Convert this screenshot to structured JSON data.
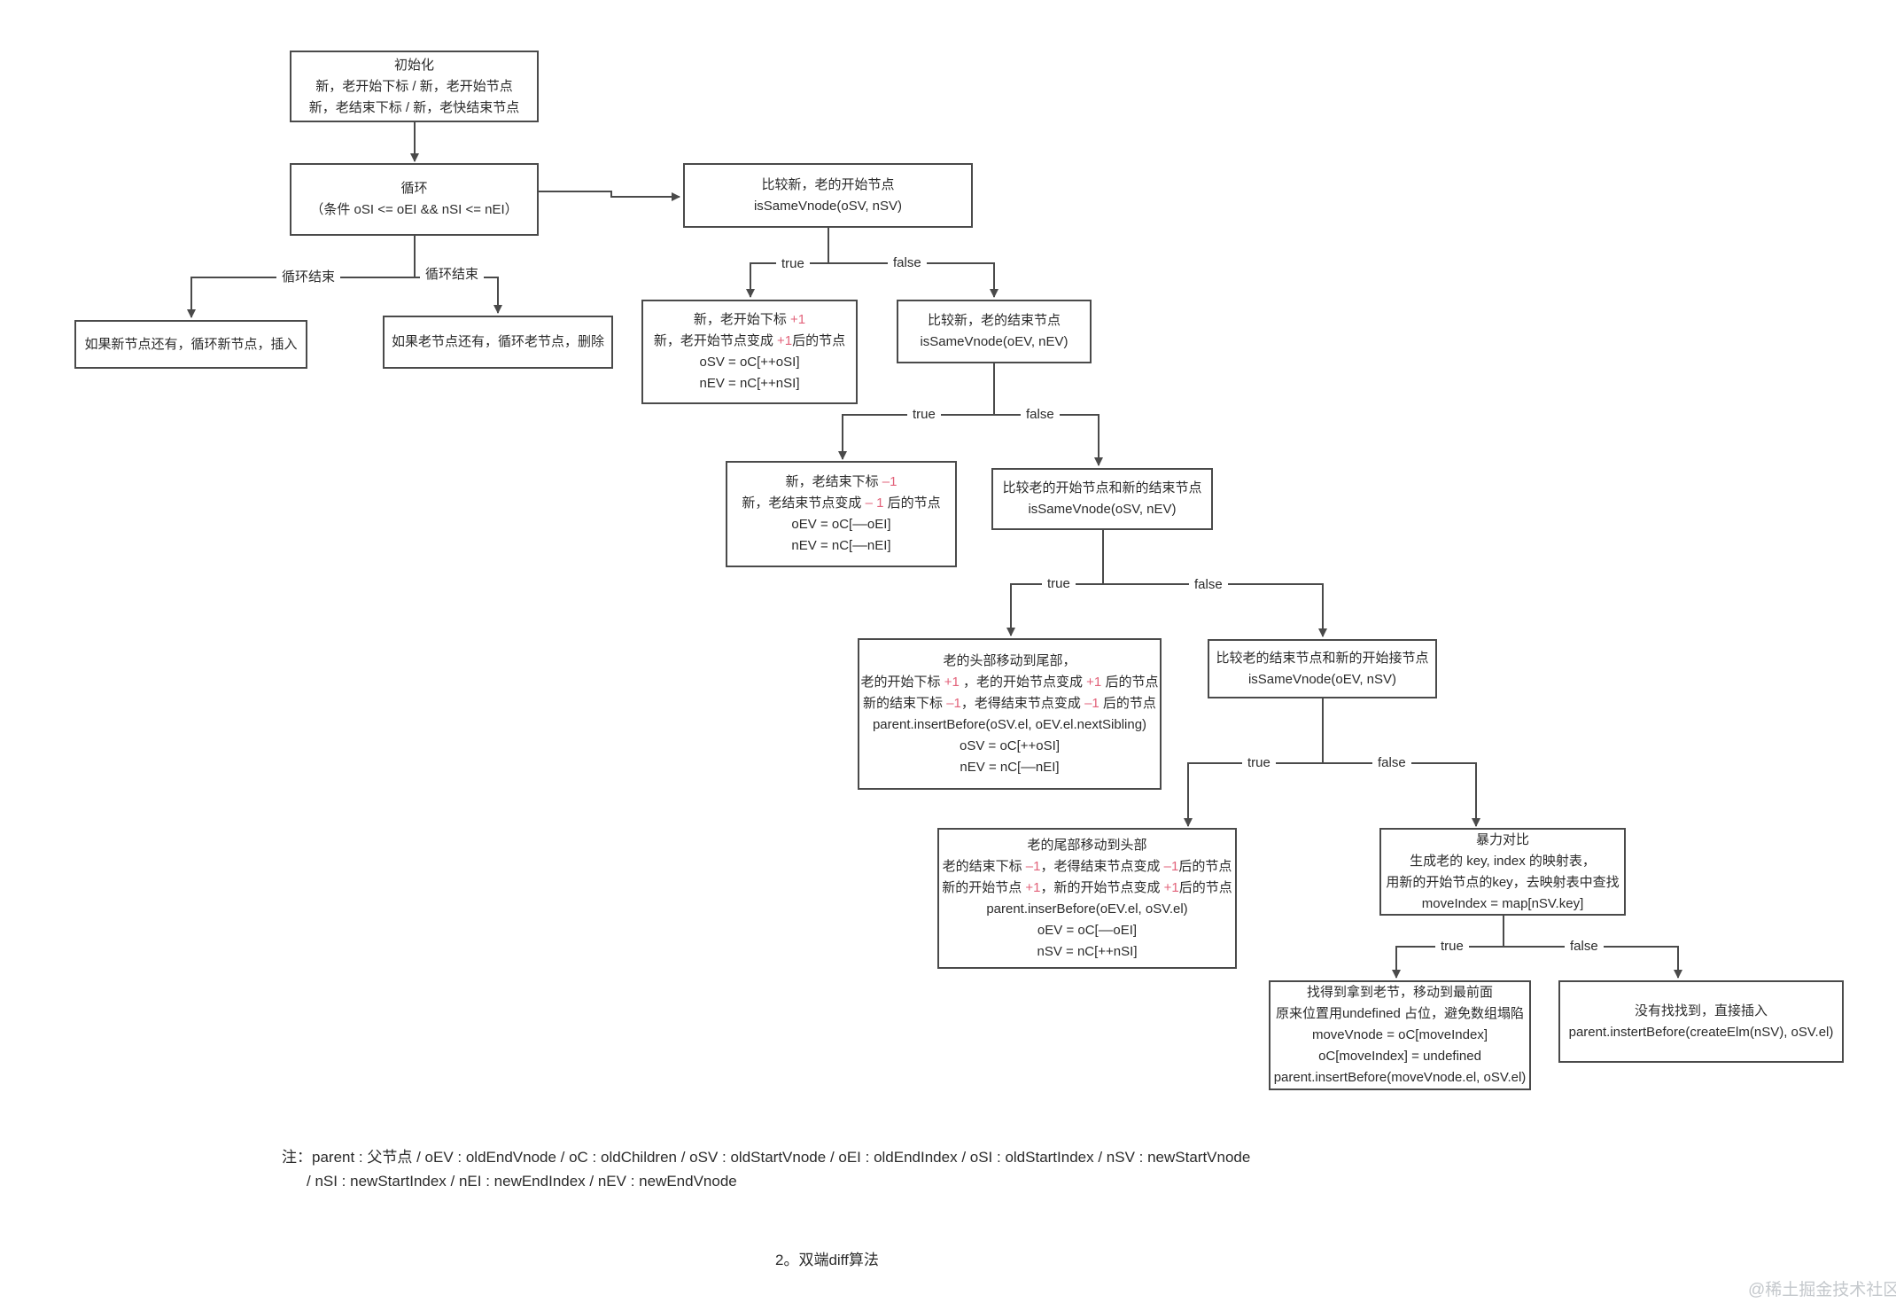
{
  "nodes": {
    "init": [
      [
        {
          "t": "初始化"
        }
      ],
      [
        {
          "t": "新，老开始下标 / 新，老开始节点"
        }
      ],
      [
        {
          "t": "新，老结束下标 / 新，老快结束节点"
        }
      ]
    ],
    "loop": [
      [
        {
          "t": "循环"
        }
      ],
      [
        {
          "t": "（条件 oSI <= oEI && nSI <= nEI）"
        }
      ]
    ],
    "new_remaining": [
      [
        {
          "t": "如果新节点还有，循环新节点，插入"
        }
      ]
    ],
    "old_remaining": [
      [
        {
          "t": "如果老节点还有，循环老节点，删除"
        }
      ]
    ],
    "cmp_start": [
      [
        {
          "t": "比较新，老的开始节点"
        }
      ],
      [
        {
          "t": "isSameVnode(oSV, nSV)"
        }
      ]
    ],
    "start_match": [
      [
        {
          "t": "新，老开始下标 "
        },
        {
          "t": "+1",
          "hl": true
        }
      ],
      [
        {
          "t": "新，老开始节点变成 "
        },
        {
          "t": "+1",
          "hl": true
        },
        {
          "t": "后的节点"
        }
      ],
      [
        {
          "t": "oSV = oC[++oSI]"
        }
      ],
      [
        {
          "t": "nEV = nC[++nSI]"
        }
      ]
    ],
    "cmp_end": [
      [
        {
          "t": "比较新，老的结束节点"
        }
      ],
      [
        {
          "t": "isSameVnode(oEV, nEV)"
        }
      ]
    ],
    "end_match": [
      [
        {
          "t": "新，老结束下标 "
        },
        {
          "t": "–1",
          "hl": true
        }
      ],
      [
        {
          "t": "新，老结束节点变成 "
        },
        {
          "t": "– 1",
          "hl": true
        },
        {
          "t": " 后的节点"
        }
      ],
      [
        {
          "t": "oEV = oC[––oEI]"
        }
      ],
      [
        {
          "t": "nEV = nC[––nEI]"
        }
      ]
    ],
    "cmp_os_ne": [
      [
        {
          "t": "比较老的开始节点和新的结束节点"
        }
      ],
      [
        {
          "t": "isSameVnode(oSV, nEV)"
        }
      ]
    ],
    "head_to_tail": [
      [
        {
          "t": "老的头部移动到尾部，"
        }
      ],
      [
        {
          "t": "老的开始下标 "
        },
        {
          "t": "+1",
          "hl": true
        },
        {
          "t": " ，老的开始节点变成 "
        },
        {
          "t": "+1",
          "hl": true
        },
        {
          "t": " 后的节点"
        }
      ],
      [
        {
          "t": "新的结束下标 "
        },
        {
          "t": "–1",
          "hl": true
        },
        {
          "t": "，老得结束节点变成 "
        },
        {
          "t": "–1",
          "hl": true
        },
        {
          "t": " 后的节点"
        }
      ],
      [
        {
          "t": "parent.insertBefore(oSV.el, oEV.el.nextSibling)"
        }
      ],
      [
        {
          "t": "oSV = oC[++oSI]"
        }
      ],
      [
        {
          "t": "nEV = nC[––nEI]"
        }
      ]
    ],
    "cmp_oe_ns": [
      [
        {
          "t": "比较老的结束节点和新的开始接节点"
        }
      ],
      [
        {
          "t": "isSameVnode(oEV, nSV)"
        }
      ]
    ],
    "tail_to_head": [
      [
        {
          "t": "老的尾部移动到头部"
        }
      ],
      [
        {
          "t": "老的结束下标 "
        },
        {
          "t": "–1",
          "hl": true
        },
        {
          "t": "，老得结束节点变成 "
        },
        {
          "t": "–1",
          "hl": true
        },
        {
          "t": "后的节点"
        }
      ],
      [
        {
          "t": "新的开始节点 "
        },
        {
          "t": "+1",
          "hl": true
        },
        {
          "t": "，新的开始节点变成 "
        },
        {
          "t": "+1",
          "hl": true
        },
        {
          "t": "后的节点"
        }
      ],
      [
        {
          "t": "parent.inserBefore(oEV.el, oSV.el)"
        }
      ],
      [
        {
          "t": "oEV = oC[––oEI]"
        }
      ],
      [
        {
          "t": "nSV = nC[++nSI]"
        }
      ]
    ],
    "brute": [
      [
        {
          "t": "暴力对比"
        }
      ],
      [
        {
          "t": "生成老的 key, index 的映射表，"
        }
      ],
      [
        {
          "t": "用新的开始节点的key，去映射表中查找"
        }
      ],
      [
        {
          "t": "moveIndex = map[nSV.key]"
        }
      ]
    ],
    "found": [
      [
        {
          "t": "找得到拿到老节，移动到最前面"
        }
      ],
      [
        {
          "t": "原来位置用undefined 占位，避免数组塌陷"
        }
      ],
      [
        {
          "t": "moveVnode = oC[moveIndex]"
        }
      ],
      [
        {
          "t": "oC[moveIndex] = undefined"
        }
      ],
      [
        {
          "t": "parent.insertBefore(moveVnode.el, oSV.el)"
        }
      ]
    ],
    "not_found": [
      [
        {
          "t": "没有找找到，直接插入"
        }
      ],
      [
        {
          "t": "parent.instertBefore(createElm(nSV), oSV.el)"
        }
      ]
    ]
  },
  "edge_labels": {
    "loop_end_left": "循环结束",
    "loop_end_right": "循环结束",
    "t1": "true",
    "f1": "false",
    "t2": "true",
    "f2": "false",
    "t3": "true",
    "f3": "false",
    "t4": "true",
    "f4": "false",
    "t5": "true",
    "f5": "false"
  },
  "note": {
    "line1": "注：parent : 父节点 / oEV : oldEndVnode / oC : oldChildren / oSV : oldStartVnode  / oEI : oldEndIndex / oSI : oldStartIndex /  nSV :  newStartVnode",
    "line2": "/ nSI : newStartIndex  /  nEI : newEndIndex /  nEV : newEndVnode"
  },
  "caption": "2。双端diff算法",
  "watermark": "@稀土掘金技术社区",
  "colors": {
    "line": "#4a4a4a",
    "highlight": "#e2627a",
    "watermark": "#c4c8cc"
  }
}
